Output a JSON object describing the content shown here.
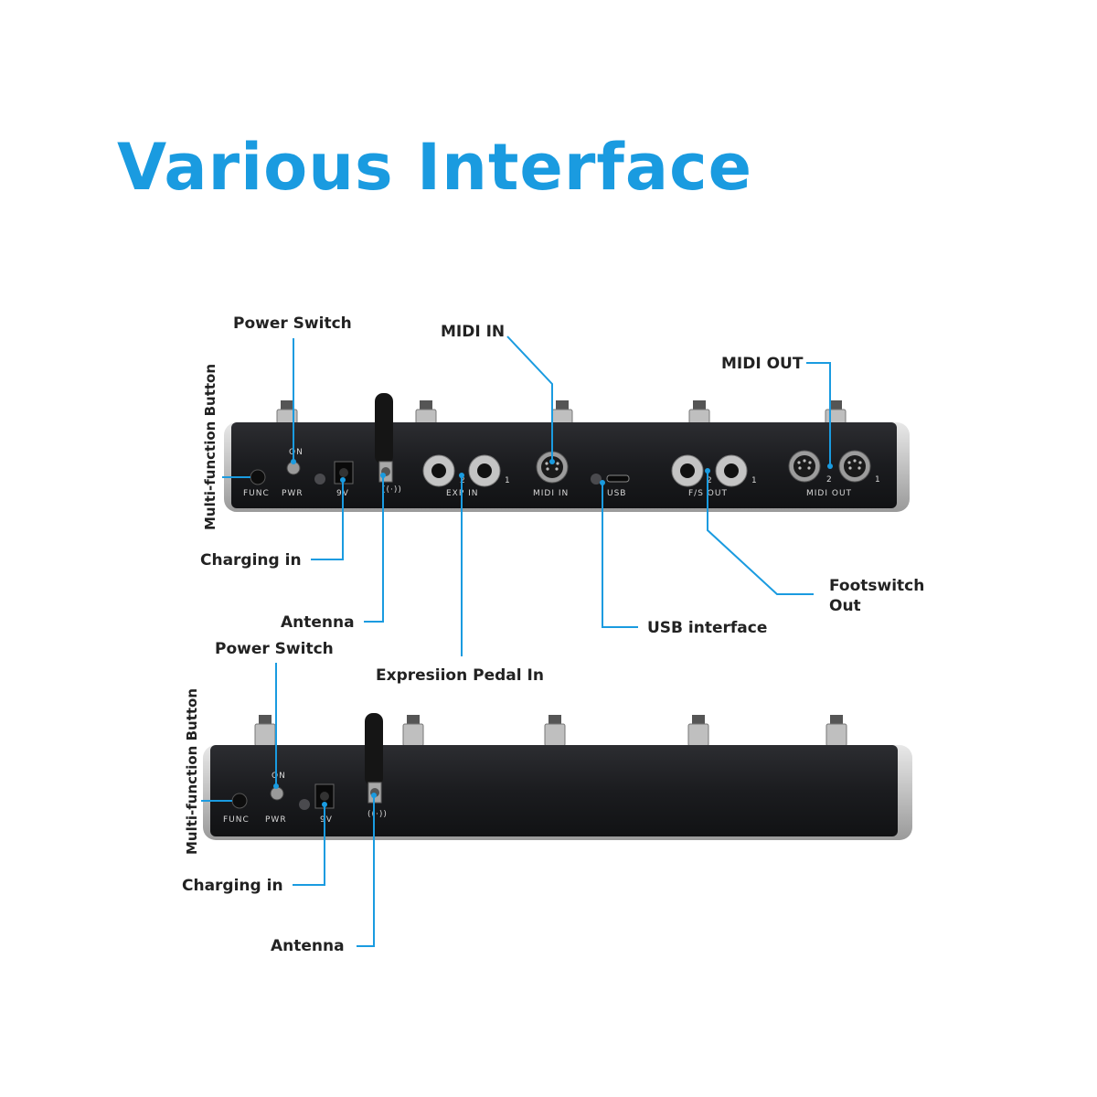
{
  "title": "Various Interface",
  "colors": {
    "accent": "#1a9be0",
    "device_body": "#1b1c1f",
    "text": "#222222"
  },
  "top_device": {
    "callouts": {
      "multi_function": "Multi-function Button",
      "power_switch": "Power Switch",
      "midi_in": "MIDI IN",
      "midi_out": "MIDI OUT",
      "charging_in": "Charging in",
      "antenna": "Antenna",
      "footswitch_out_line1": "Footswitch",
      "footswitch_out_line2": "Out",
      "usb_interface": "USB interface",
      "expression_pedal_in": "Expresiion Pedal In"
    },
    "panel_labels": {
      "func": "FUNC",
      "pwr": "PWR",
      "on": "ON",
      "nine_v": "9V",
      "exp_in": "EXP IN",
      "midi_in": "MIDI IN",
      "usb": "USB",
      "fs_out": "F/S OUT",
      "midi_out": "MIDI OUT",
      "port_2": "2",
      "port_1": "1"
    }
  },
  "bottom_device": {
    "callouts": {
      "multi_function": "Multi-function Button",
      "power_switch": "Power Switch",
      "charging_in": "Charging in",
      "antenna": "Antenna"
    },
    "panel_labels": {
      "func": "FUNC",
      "pwr": "PWR",
      "on": "ON",
      "nine_v": "9V"
    }
  }
}
